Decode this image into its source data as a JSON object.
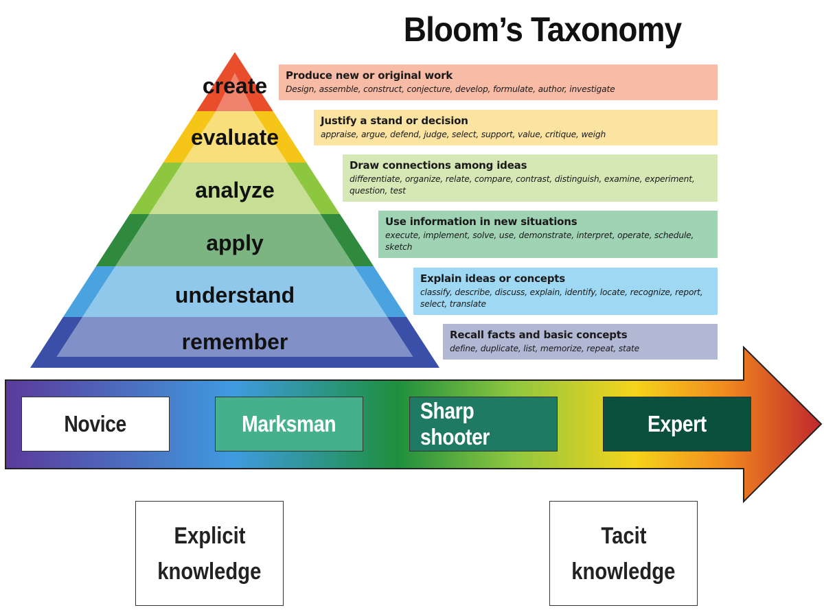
{
  "title": "Bloom’s Taxonomy",
  "pyramid": [
    {
      "label": "create",
      "color": "#f0836e",
      "border": "#e84d2c",
      "heading": "Produce new or original work",
      "verbs": "Design, assemble, construct, conjecture, develop, formulate, author, investigate",
      "box_color": "#f7bba6"
    },
    {
      "label": "evaluate",
      "color": "#f9df7b",
      "border": "#f5c518",
      "heading": "Justify a stand or decision",
      "verbs": "appraise, argue, defend, judge, select, support, value, critique, weigh",
      "box_color": "#fbe3a2"
    },
    {
      "label": "analyze",
      "color": "#c6df94",
      "border": "#8dc63f",
      "heading": "Draw connections among ideas",
      "verbs": "differentiate, organize, relate, compare, contrast, distinguish, examine, experiment, question, test",
      "box_color": "#d5e8b5"
    },
    {
      "label": "apply",
      "color": "#7cb582",
      "border": "#2f8a3d",
      "heading": "Use information in new situations",
      "verbs": "execute, implement, solve, use, demonstrate, interpret, operate, schedule, sketch",
      "box_color": "#9fd3b4"
    },
    {
      "label": "understand",
      "color": "#90c8ec",
      "border": "#4aa3df",
      "heading": "Explain ideas or concepts",
      "verbs": "classify, describe, discuss, explain, identify, locate, recognize, report, select, translate",
      "box_color": "#9ed8f2"
    },
    {
      "label": "remember",
      "color": "#8191c8",
      "border": "#3a4fa8",
      "heading": "Recall facts and basic concepts",
      "verbs": "define, duplicate, list, memorize, repeat, state",
      "box_color": "#b1b8d4"
    }
  ],
  "arrow": {
    "gradient": [
      "#5b3a9b",
      "#3f9be0",
      "#1f8f3e",
      "#8dc63f",
      "#f5d41c",
      "#f28c1e",
      "#c1272d"
    ],
    "levels": [
      {
        "label": "Novice",
        "bg": "#ffffff",
        "fg": "#222222"
      },
      {
        "label": "Marksman",
        "bg": "#45b08c",
        "fg": "#ffffff"
      },
      {
        "label": "Sharp shooter",
        "bg": "#1f7a63",
        "fg": "#ffffff"
      },
      {
        "label": "Expert",
        "bg": "#0b4f3d",
        "fg": "#ffffff"
      }
    ]
  },
  "knowledge": {
    "explicit": {
      "line1": "Explicit",
      "line2": "knowledge"
    },
    "tacit": {
      "line1": "Tacit",
      "line2": "knowledge"
    }
  }
}
